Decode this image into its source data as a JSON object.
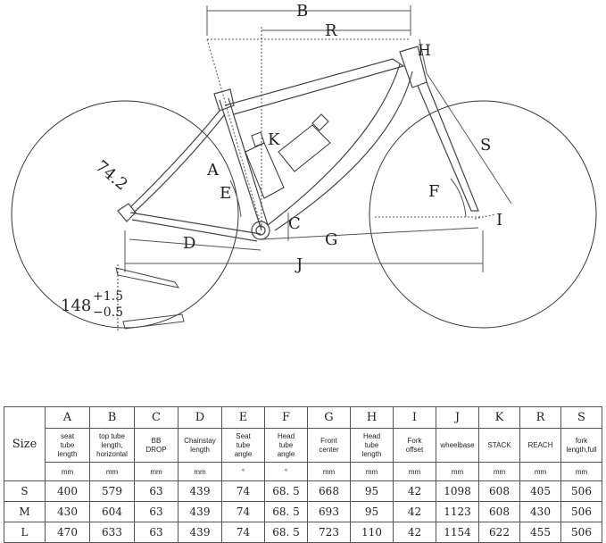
{
  "diagram": {
    "labels": {
      "A": "A",
      "B": "B",
      "C": "C",
      "D": "D",
      "E": "E",
      "F": "F",
      "G": "G",
      "H": "H",
      "I": "I",
      "J": "J",
      "K": "K",
      "R": "R",
      "S": "S"
    },
    "seat_angle_label": "74.2",
    "spacing_main": "148",
    "spacing_plus": "+1.5",
    "spacing_minus": "−0.5"
  },
  "table": {
    "size_header": "Size",
    "columns": [
      {
        "letter": "A",
        "name": [
          "seat",
          "tube",
          "length"
        ],
        "unit": "mm"
      },
      {
        "letter": "B",
        "name": [
          "top tube",
          "length,",
          "horizontal"
        ],
        "unit": "mm"
      },
      {
        "letter": "C",
        "name": [
          "BB",
          "DROP"
        ],
        "unit": "mm"
      },
      {
        "letter": "D",
        "name": [
          "Chainstay",
          "length"
        ],
        "unit": "mm"
      },
      {
        "letter": "E",
        "name": [
          "Seat",
          "tube",
          "angle"
        ],
        "unit": "°"
      },
      {
        "letter": "F",
        "name": [
          "Head",
          "tube",
          "angle"
        ],
        "unit": "°"
      },
      {
        "letter": "G",
        "name": [
          "Front",
          "center"
        ],
        "unit": "mm"
      },
      {
        "letter": "H",
        "name": [
          "Head",
          "tube",
          "length"
        ],
        "unit": "mm"
      },
      {
        "letter": "I",
        "name": [
          "Fork",
          "offset"
        ],
        "unit": "mm"
      },
      {
        "letter": "J",
        "name": [
          "wheelbase"
        ],
        "unit": "mm"
      },
      {
        "letter": "K",
        "name": [
          "STACK"
        ],
        "unit": "mm"
      },
      {
        "letter": "R",
        "name": [
          "REACH"
        ],
        "unit": "mm"
      },
      {
        "letter": "S",
        "name": [
          "fork",
          "length,full"
        ],
        "unit": "mm"
      }
    ],
    "rows": [
      {
        "size": "S",
        "values": [
          "400",
          "579",
          "63",
          "439",
          "74",
          "68. 5",
          "668",
          "95",
          "42",
          "1098",
          "608",
          "405",
          "506"
        ]
      },
      {
        "size": "M",
        "values": [
          "430",
          "604",
          "63",
          "439",
          "74",
          "68. 5",
          "693",
          "95",
          "42",
          "1123",
          "608",
          "430",
          "506"
        ]
      },
      {
        "size": "L",
        "values": [
          "470",
          "633",
          "63",
          "439",
          "74",
          "68. 5",
          "723",
          "110",
          "42",
          "1154",
          "622",
          "455",
          "506"
        ]
      }
    ]
  }
}
